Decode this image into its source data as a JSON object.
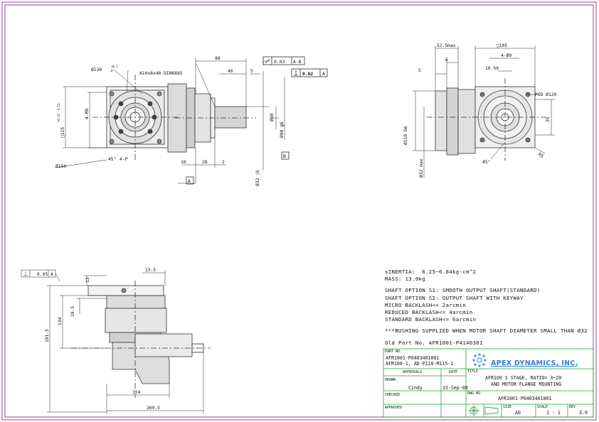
{
  "drawing": {
    "dims": {
      "top_88": "88",
      "top_40": "40",
      "top_5": "5",
      "bore_130": "Ø130",
      "bore_130_tol_top": "+0.1",
      "bore_130_tol_bot": "0",
      "keyway": "A10x8x40 DIN6885",
      "tol_runout": "0.03",
      "tol_runout_ref": "A-B",
      "tol_perp": "0.02",
      "tol_perp_ref": "A",
      "sq115": "□115",
      "sq115_tol": "+0.15 -0.15",
      "holes_4m8": "4-M8",
      "dia80": "Ø80",
      "dia90": "Ø90 g6",
      "dia32j6": "Ø32 j6",
      "dia150": "Ø150",
      "ang45": "45°",
      "ang4p": "4-P",
      "d10": "10",
      "d28": "28",
      "d2": "2",
      "datum_a": "A",
      "datum_b": "B",
      "side_52": "52.5max",
      "side_6": "6",
      "side_5": "5",
      "side_sq105": "□105",
      "side_4phi9": "4-Ø9",
      "side_10h9": "10 h9",
      "side_110g6": "Ø110 G6",
      "side_32max": "Ø32 max",
      "pcd120": "PCD Ø120",
      "side_35": "35",
      "side_45": "45°",
      "side_r5": "R5",
      "bot_flat": "0.05",
      "bot_flat_ref": "A",
      "bot_13": "13",
      "bot_235": "23.5",
      "bot_1915": "191.5",
      "bot_134": "134",
      "bot_195": "19.5",
      "bot_124": "124",
      "bot_2695": "269.5"
    }
  },
  "notes": {
    "inertia": "sINERTIA:  6.25~6.84kg-cm^2",
    "mass": "MASS: 13.9kg",
    "shaft_s1": "SHAFT OPTION S1: SMOOTH OUTPUT SHAFT(STANDARD)",
    "shaft_s2": "SHAFT OPTION S2: OUTPUT SHAFT WITH KEYWAY",
    "micro": "MICRO BACKLASH<= 2arcmin",
    "reduced": "REDUCED BACKLASH<= 4arcmin",
    "standard": "STANDARD BACKLASH<= 6arcmin",
    "bushing": "***BUSHING SUPPLIED WHEN MOTOR SHAFT DIAMETER SMALL THAN Ø32",
    "old_part": "Old Part No. AFR1001-P4140301"
  },
  "title_block": {
    "part_no_label": "PART NO.",
    "part_no_1": "AFR1001-P0403401001",
    "part_no_2": "AFR100-1, AD-P110-M115-1",
    "company": "APEX DYNAMICS, INC.",
    "approvals_label": "APPROVALS",
    "date_label": "DATE",
    "title_label": "TITLE",
    "title_1": "AFR100 1 STAGE, RATIO= 3~20",
    "title_2": "AND MOTOR FLANGE MOUNTING",
    "drawn_label": "DRAWN",
    "drawn_by": "Cindy",
    "drawn_date": "15-Sep-08",
    "checked_label": "CHECKED",
    "dwg_no_label": "DWG NO.",
    "dwg_no": "AFR1001-P0403401001",
    "approved_label": "APPROVED",
    "size_label": "SIZE",
    "size": "A0",
    "scale_label": "SCALE",
    "scale": "1 : 1",
    "rev_label": "REV",
    "rev": "3.0"
  }
}
